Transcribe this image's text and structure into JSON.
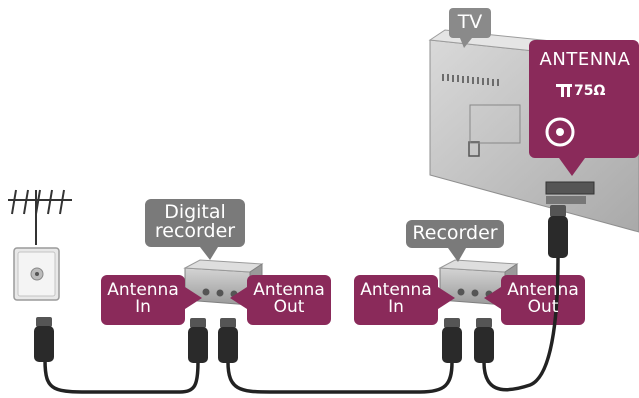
{
  "tv": {
    "label": "TV",
    "antenna_title": "ANTENNA",
    "impedance": "75Ω",
    "connector_icon": "coax-socket-icon",
    "antenna_symbol_icon": "antenna-port-symbol-icon"
  },
  "devices": {
    "digital_recorder": {
      "label_line1": "Digital",
      "label_line2": "recorder"
    },
    "recorder": {
      "label": "Recorder"
    }
  },
  "ports": {
    "dr_in": {
      "line1": "Antenna",
      "line2": "In"
    },
    "dr_out": {
      "line1": "Antenna",
      "line2": "Out"
    },
    "rec_in": {
      "line1": "Antenna",
      "line2": "In"
    },
    "rec_out": {
      "line1": "Antenna",
      "line2": "Out"
    }
  },
  "icons": {
    "antenna": "rooftop-antenna-icon",
    "wall_socket": "antenna-wall-socket-icon",
    "plug": "coax-plug-icon"
  },
  "colors": {
    "callout": "#8a2a5a",
    "gray_bubble": "#7a7a7a",
    "cable": "#222222",
    "device_gray": "#b8b8b8"
  }
}
